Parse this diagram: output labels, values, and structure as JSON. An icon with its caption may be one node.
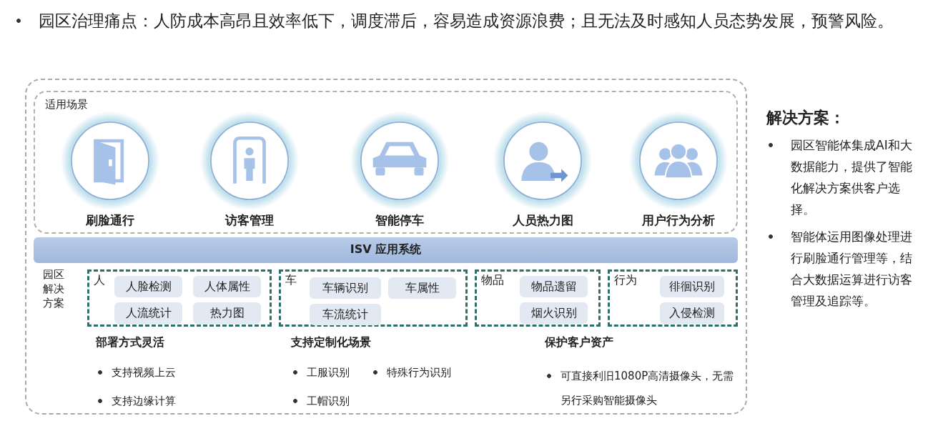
{
  "diagram": {
    "nodes": [
      {
        "text": [],
        "shape": "box"
      },
      {
        "text": [
          "适用场景"
        ],
        "in": 0
      },
      {
        "text": [
          "刷脸通行"
        ],
        "in": 1
      },
      {
        "text": [
          "访客管理"
        ],
        "in": 1
      },
      {
        "text": [
          "智能停车"
        ],
        "in": 1
      },
      {
        "text": [
          "人员热力图"
        ],
        "in": 1
      },
      {
        "text": [
          "用户行为分析"
        ],
        "in": 1
      },
      {
        "text": [
          "ISV 应用系统"
        ],
        "in": 0
      },
      {
        "text": [
          "人"
        ],
        "in": 0
      },
      {
        "text": [
          "人脸检测"
        ],
        "in": 8
      },
      {
        "text": [
          "人体属性"
        ],
        "in": 8
      },
      {
        "text": [
          "人流统计"
        ],
        "in": 8
      },
      {
        "text": [
          "热力图"
        ],
        "in": 8
      },
      {
        "text": [
          "车"
        ],
        "in": 0
      },
      {
        "text": [
          "车辆识别"
        ],
        "in": 13
      },
      {
        "text": [
          "车属性"
        ],
        "in": 13
      },
      {
        "text": [
          "车流统计"
        ],
        "in": 13
      },
      {
        "text": [
          "物品"
        ],
        "in": 0
      },
      {
        "text": [
          "物品遗留"
        ],
        "in": 17
      },
      {
        "text": [
          "烟火识别"
        ],
        "in": 17
      },
      {
        "text": [
          "行为"
        ],
        "in": 0
      },
      {
        "text": [
          "徘徊识别"
        ],
        "in": 20
      },
      {
        "text": [
          "入侵检测"
        ],
        "in": 20
      }
    ],
    "labels": [
      "园区治理痛点：人防成本高昂且效率低下，调度滞后，容易造成资源浪费；且无法及时感知人员态势发展，预警风险。",
      "园区解决方案",
      "部署方式灵活",
      "支持视频上云",
      "支持边缘计算",
      "支持定制化场景",
      "工服识别",
      "特殊行为识别",
      "工帽识别",
      "保护客户资产",
      "可直接利旧1080P高清摄像头，无需另行采购智能摄像头",
      "解决方案：",
      "园区智能体集成AI和大数据能力，提供了智能化解决方案供客户选择。",
      "智能体运用图像处理进行刷脸通行管理等，结合大数据运算进行访客管理及追踪等。"
    ]
  }
}
